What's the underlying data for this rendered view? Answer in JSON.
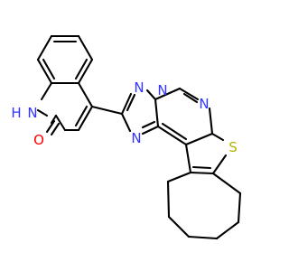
{
  "colors": {
    "bond": "#000000",
    "nitrogen": "#3333ff",
    "oxygen": "#ff0000",
    "sulfur": "#b2b200",
    "background": "#ffffff"
  },
  "atoms": [
    {
      "symbol": "H",
      "element": "nitrogen"
    },
    {
      "symbol": "N",
      "element": "nitrogen"
    },
    {
      "symbol": "O",
      "element": "oxygen"
    },
    {
      "symbol": "N",
      "element": "nitrogen"
    },
    {
      "symbol": "N",
      "element": "nitrogen"
    },
    {
      "symbol": "N",
      "element": "nitrogen"
    },
    {
      "symbol": "N",
      "element": "nitrogen"
    },
    {
      "symbol": "S",
      "element": "sulfur"
    }
  ]
}
